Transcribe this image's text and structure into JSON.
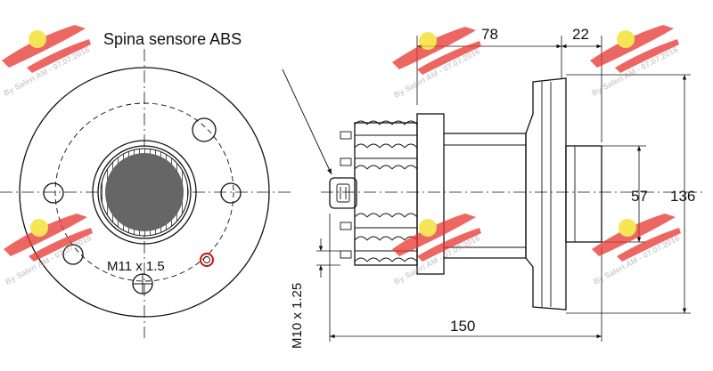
{
  "labels": {
    "abs_sensor": "Spina sensore ABS",
    "stud_thread": "M11 x 1.5",
    "bolt_thread": "M10 x 1.25"
  },
  "dimensions": {
    "hub_length": "78",
    "flange_offset": "22",
    "overall_length": "150",
    "pilot_diameter": "57",
    "flange_diameter": "136"
  },
  "watermark": {
    "text": "By Saleri AM - 07.07.2016",
    "color": "#e8352e",
    "logo_color": "#f4dd1c"
  },
  "colors": {
    "line": "#111111",
    "hub_fill": "#666666",
    "stud_marker": "#d01010"
  }
}
